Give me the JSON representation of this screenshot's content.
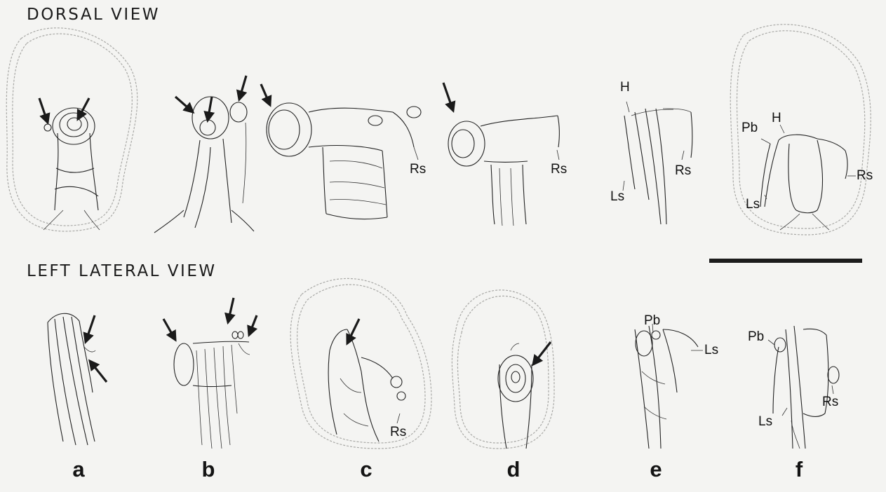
{
  "titles": {
    "dorsal": "DORSAL VIEW",
    "lateral": "LEFT LATERAL VIEW"
  },
  "panel_letters": [
    "a",
    "b",
    "c",
    "d",
    "e",
    "f"
  ],
  "labels": {
    "rs": "Rs",
    "ls": "Ls",
    "h": "H",
    "pb": "Pb"
  },
  "colors": {
    "ink": "#1a1a1a",
    "outline": "#a9a9a6",
    "background": "#f4f4f2"
  }
}
